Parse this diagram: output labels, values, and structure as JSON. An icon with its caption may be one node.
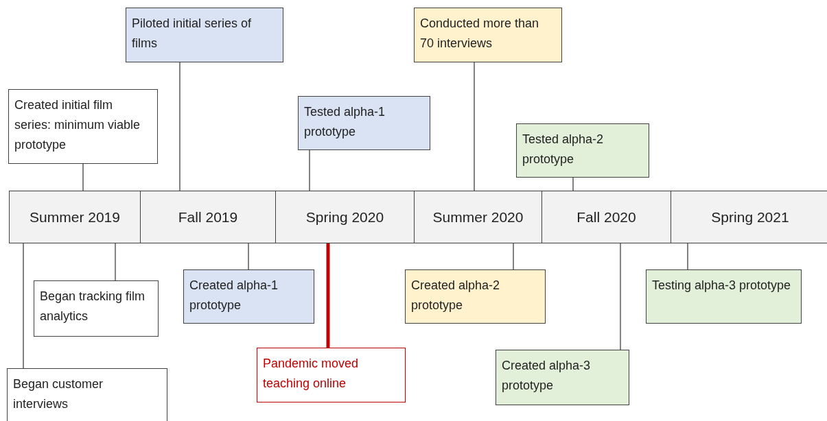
{
  "diagram": {
    "nodes": [
      {
        "text": [
          "Created initial film series: minimum viable prototype"
        ]
      },
      {
        "text": [
          "Piloted initial series of films"
        ]
      },
      {
        "text": [
          "Tested alpha-1 prototype"
        ]
      },
      {
        "text": [
          "Conducted more than 70 interviews"
        ]
      },
      {
        "text": [
          "Tested alpha-2 prototype"
        ]
      },
      {
        "text": [
          "Summer 2019"
        ]
      },
      {
        "text": [
          "Fall 2019"
        ]
      },
      {
        "text": [
          "Spring 2020"
        ]
      },
      {
        "text": [
          "Summer 2020"
        ]
      },
      {
        "text": [
          "Fall 2020"
        ]
      },
      {
        "text": [
          "Spring 2021"
        ]
      },
      {
        "text": [
          "Began tracking film analytics"
        ]
      },
      {
        "text": [
          "Created alpha-1 prototype"
        ]
      },
      {
        "text": [
          "Pandemic moved teaching online"
        ]
      },
      {
        "text": [
          "Created alpha-2 prototype"
        ]
      },
      {
        "text": [
          "Testing alpha-3 prototype"
        ]
      },
      {
        "text": [
          "Created alpha-3 prototype"
        ]
      },
      {
        "text": [
          "Began customer interviews"
        ]
      }
    ],
    "edges": [
      {
        "from": 0,
        "to": 5,
        "arrow": "none"
      },
      {
        "from": 1,
        "to": 6,
        "arrow": "none"
      },
      {
        "from": 2,
        "to": 7,
        "arrow": "none"
      },
      {
        "from": 3,
        "to": 8,
        "arrow": "none"
      },
      {
        "from": 4,
        "to": 9,
        "arrow": "none"
      },
      {
        "from": 11,
        "to": 5,
        "arrow": "none"
      },
      {
        "from": 12,
        "to": 6,
        "arrow": "none"
      },
      {
        "from": 13,
        "to": 7,
        "arrow": "none",
        "style": "thick",
        "color": "#c00000"
      },
      {
        "from": 14,
        "to": 8,
        "arrow": "none"
      },
      {
        "from": 15,
        "to": 10,
        "arrow": "none"
      },
      {
        "from": 16,
        "to": 9,
        "arrow": "none"
      },
      {
        "from": 17,
        "to": 5,
        "arrow": "none"
      }
    ]
  }
}
